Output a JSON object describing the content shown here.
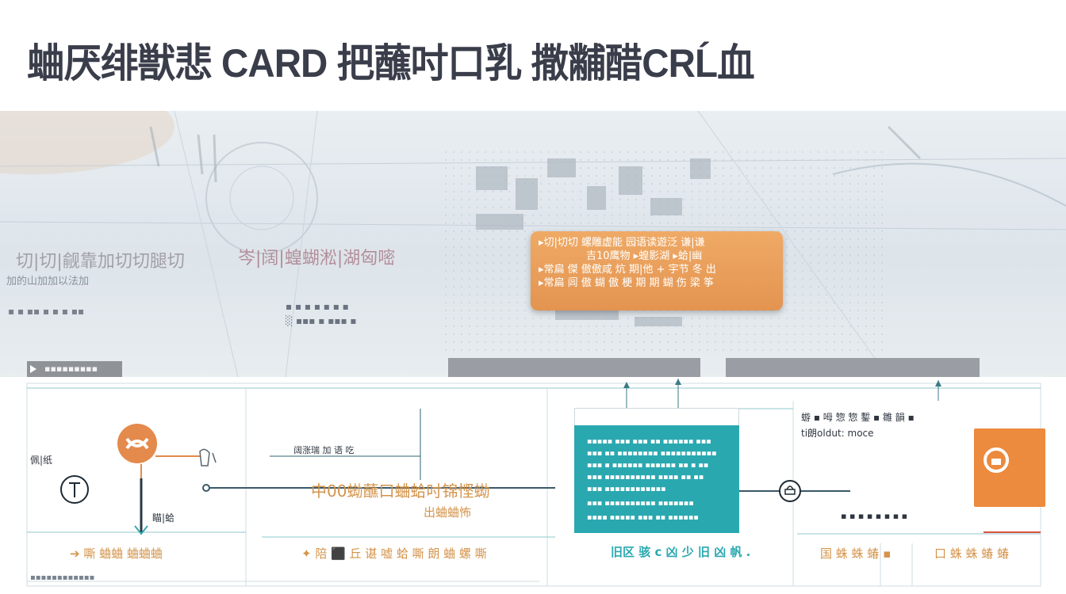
{
  "header": {
    "title": "蛐厌绯獣悲 CARD 把蘸吋口乳 撒黼醋CRĹ血"
  },
  "hero": {
    "lines": [
      "切|切|觎靠加切切腿切",
      "岑|阔|蝗蝴淞|湖匈嘧",
      "加的山加加以法加",
      "▪ ▪ ▪ ▪ ▪ ▪ ▪",
      "░ ▪▪▪ ▪ ▪▪▪ ▪",
      "▪  ▪ ▪▪ ▪  ▪  ▪ ▪▪"
    ],
    "callout_lines": [
      "▸切|切切 螺雕虚能 园语读遊泛 谦|谦",
      "吉10鹰物 ▸蝗影湖 ▸蛤|幽",
      "▸常扁 傑 傲傲咸 炕 期|他 + 宇节 冬 出",
      "▸常扁 闾 傲 蝴 傲 梗 期 期 蝴 伤 梁 筝"
    ],
    "bar_label": "▪▪▪▪▪▪▪▪▪"
  },
  "diagram": {
    "left_label": "佩|纸",
    "small_label": "瞄|蛤",
    "orange_bottom_left": "➔ 嘶 蛐蛐 蛐蛐蛐",
    "bottom_caption_left": "▪▪▪▪▪▪▪▪▪▪▪▪",
    "center_small_label": "阔涨瑞 加 语 吃",
    "center_title": "中00蜐蘸口蛐蛤吋锦悭蜐",
    "center_subtitle": "出蛐蛐怖",
    "center_bottom": "✦ 陪 ⬛ 丘 谌 嘘 蛤 嘶 朗 蛐 螺 嘶",
    "teal_header": "▪ ▪  ▪ ▪ ▪ ▪ ▪ ▪",
    "teal_lines": [
      "▪▪▪▪▪ ▪▪▪ ▪▪▪ ▪▪ ▪▪▪▪▪▪ ▪▪▪",
      "▪▪▪ ▪▪ ▪▪▪▪▪▪▪▪ ▪▪▪▪▪▪▪▪▪▪▪",
      "▪▪▪ ▪ ▪▪▪▪▪▪ ▪▪▪▪▪▪ ▪▪ ▪ ▪▪",
      "▪▪▪ ▪▪▪▪▪▪▪▪▪▪ ▪▪▪▪ ▪▪ ▪▪",
      "▪▪▪ ▪▪▪▪▪▪▪▪▪▪▪▪",
      "▪▪▪ ▪▪▪▪▪▪▪▪▪▪ ▪▪▪▪▪▪▪",
      "▪▪▪▪ ▪▪▪▪▪ ▪▪▪ ▪▪ ▪▪▪▪▪▪"
    ],
    "teal_caption": "旧区 骇 c 凶 少 旧 凶 帆 .",
    "right_text_1": "蝣 ▪ 呣 惣 惣 鏨 ▪ 雛 韻 ▪",
    "right_text_2": "ti朗oldut: moce",
    "right_small": "▪ ▪ ▪ ▪ ▪ ▪ ▪ ▪",
    "right_bottom_1": "国 蛛 蛛 蝽 ▪",
    "right_bottom_2": "口 蛛 蛛 蝽 蝽",
    "colors": {
      "orange": "#ec8a3d",
      "teal": "#2aa8b0",
      "line": "#3a5868"
    }
  }
}
